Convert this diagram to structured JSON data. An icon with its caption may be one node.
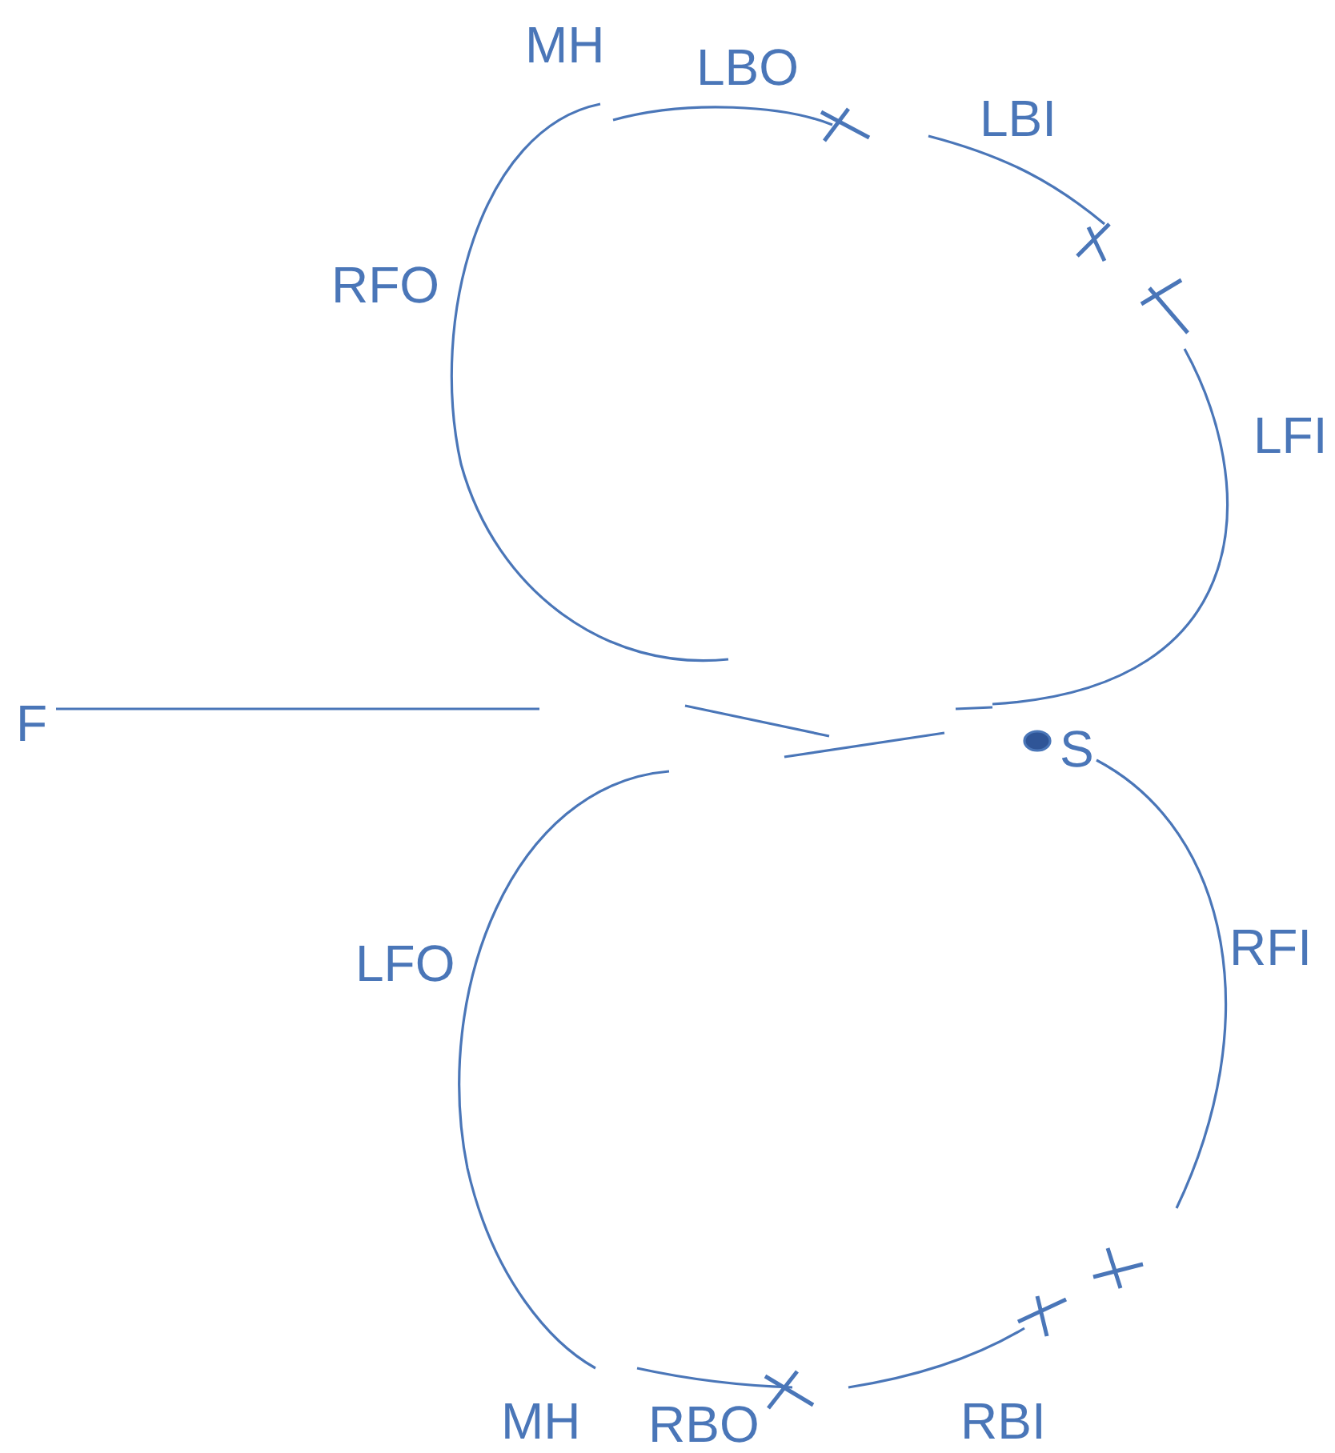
{
  "diagram": {
    "labels": [
      "MH",
      "LBO",
      "LBI",
      "RFO",
      "LFI",
      "F",
      "S",
      "LFO",
      "RFI",
      "MH",
      "RBO",
      "RBI"
    ]
  }
}
